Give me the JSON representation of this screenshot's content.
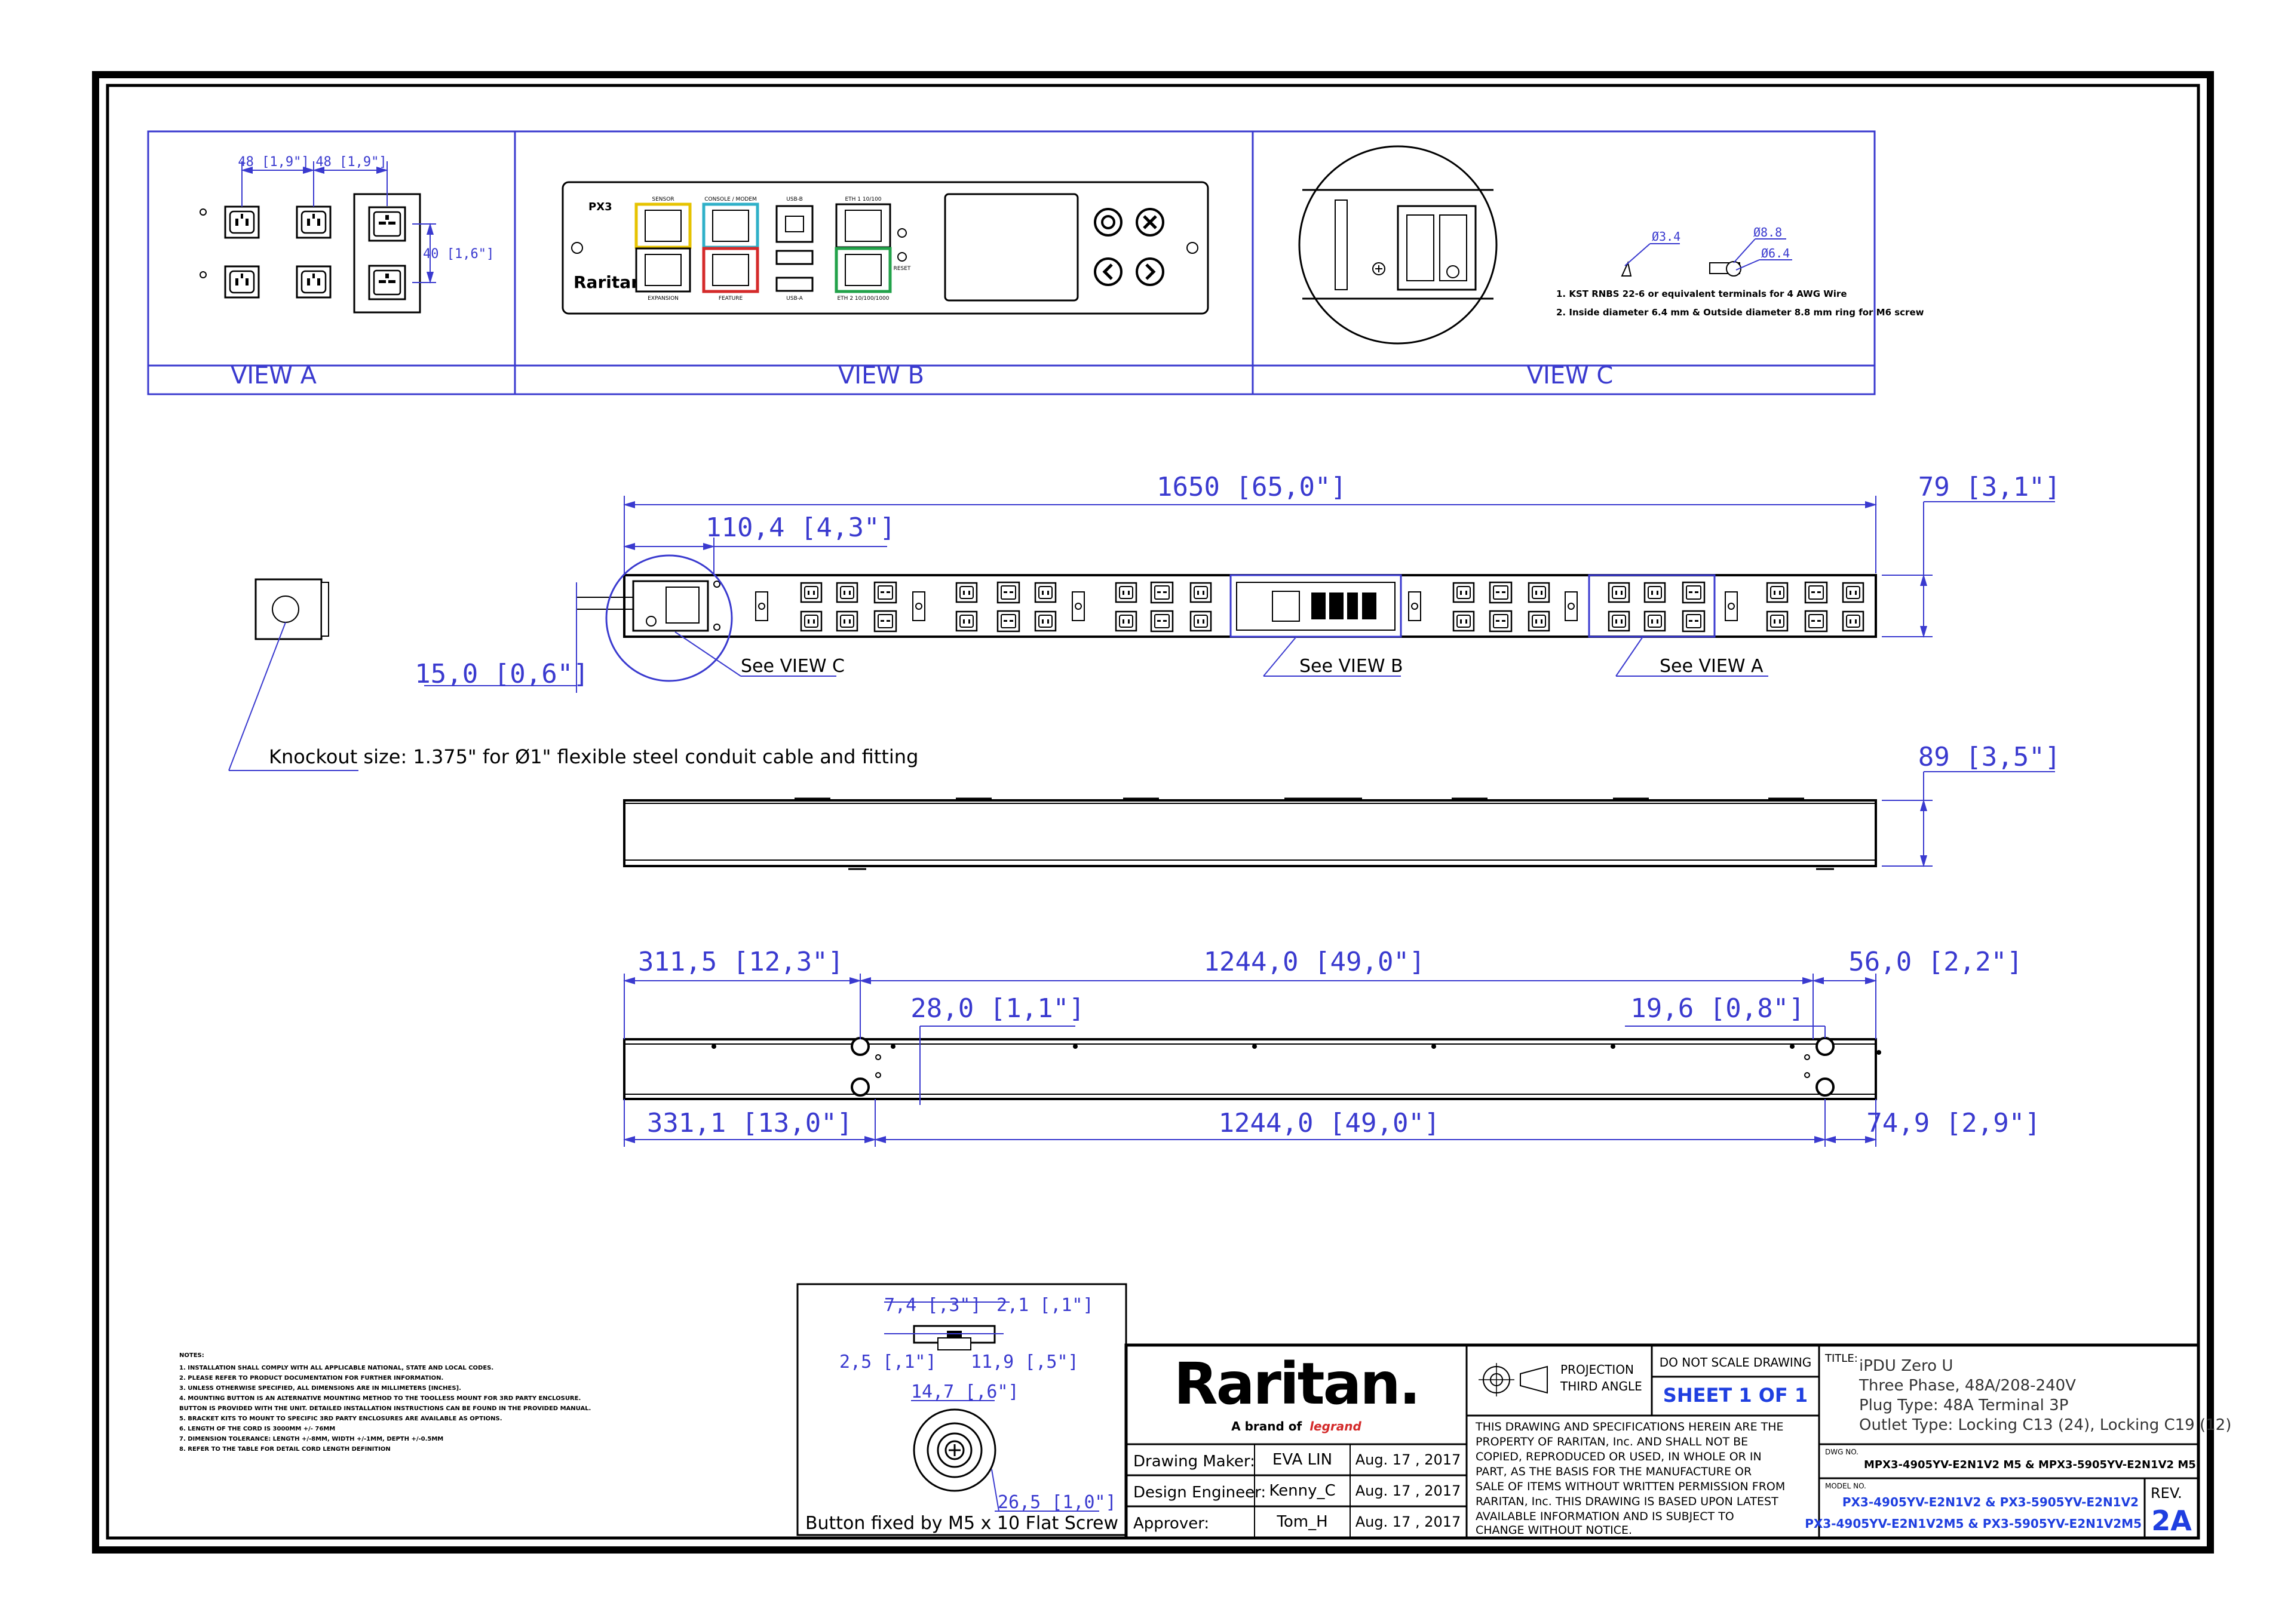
{
  "views": {
    "a_label": "VIEW A",
    "b_label": "VIEW B",
    "c_label": "VIEW C",
    "a_dims": {
      "w1": "48 [1,9\"]",
      "w2": "48 [1,9\"]",
      "h": "40 [1,6\"]"
    },
    "b_panel": {
      "logo": "Raritan",
      "port_labels": [
        "SENSOR",
        "CONSOLE / MODEM",
        "USB-B",
        "ETH 1 10/100",
        "EXPANSION",
        "FEATURE",
        "USB-A",
        "ETH 2 10/100/1000",
        "RESET"
      ]
    },
    "c_notes": [
      "1. KST RNBS 22-6 or equivalent terminals for 4 AWG Wire",
      "2. Inside diameter 6.4 mm & Outside diameter 8.8 mm ring for M6 screw"
    ],
    "c_dims": {
      "d1": "Ø3.4",
      "d2": "Ø8.8",
      "d3": "Ø6.4"
    }
  },
  "front_view": {
    "overall_length": "1650 [65,0\"]",
    "width": "79 [3,1\"]",
    "left_offset": "110,4 [4,3\"]",
    "left_margin": "15,0 [0,6\"]",
    "callout_c": "See VIEW C",
    "callout_b": "See VIEW B",
    "callout_a": "See VIEW A"
  },
  "knockout_note": "Knockout size: 1.375\" for Ø1\" flexible steel conduit cable and fitting",
  "side_view": {
    "depth": "89 [3,5\"]"
  },
  "back_view": {
    "top_left": "311,5 [12,3\"]",
    "top_center": "1244,0 [49,0\"]",
    "top_right": "56,0 [2,2\"]",
    "inner_left": "28,0 [1,1\"]",
    "inner_right": "19,6 [0,8\"]",
    "bottom_left": "331,1 [13,0\"]",
    "bottom_center": "1244,0 [49,0\"]",
    "bottom_right": "74,9 [2,9\"]"
  },
  "button_detail": {
    "d1": "7,4 [,3\"]",
    "d2": "2,1 [,1\"]",
    "d3": "2,5 [,1\"]",
    "d4": "11,9 [,5\"]",
    "d5": "14,7 [,6\"]",
    "d6": "26,5 [1,0\"]",
    "caption": "Button fixed by M5 x 10 Flat Screw"
  },
  "notes": {
    "title": "NOTES:",
    "lines": [
      "1. INSTALLATION SHALL COMPLY WITH ALL APPLICABLE NATIONAL, STATE AND LOCAL CODES.",
      "2. PLEASE REFER TO PRODUCT DOCUMENTATION FOR FURTHER INFORMATION.",
      "3. UNLESS OTHERWISE SPECIFIED, ALL DIMENSIONS ARE IN MILLIMETERS [INCHES].",
      "4. MOUNTING BUTTON IS AN ALTERNATIVE MOUNTING METHOD TO THE TOOLLESS MOUNT FOR 3RD PARTY ENCLOSURE.",
      "   BUTTON IS PROVIDED WITH THE UNIT. DETAILED INSTALLATION INSTRUCTIONS CAN BE FOUND IN THE PROVIDED MANUAL.",
      "5. BRACKET KITS TO MOUNT TO SPECIFIC 3RD PARTY ENCLOSURES ARE AVAILABLE AS OPTIONS.",
      "6. LENGTH OF THE CORD IS 3000MM +/- 76MM",
      "7. DIMENSION TOLERANCE: LENGTH +/-8MM, WIDTH +/-1MM, DEPTH +/-0.5MM",
      "8. REFER TO THE TABLE FOR DETAIL CORD LENGTH DEFINITION"
    ]
  },
  "title_block": {
    "logo": "Raritan.",
    "brand_prefix": "A brand of",
    "brand": "legrand",
    "rows": [
      {
        "role": "Drawing Maker:",
        "name": "EVA LIN",
        "date": "Aug. 17 , 2017"
      },
      {
        "role": "Design Engineer:",
        "name": "Kenny_C",
        "date": "Aug. 17 , 2017"
      },
      {
        "role": "Approver:",
        "name": "Tom_H",
        "date": "Aug. 17 , 2017"
      }
    ],
    "projection_1": "PROJECTION",
    "projection_2": "THIRD ANGLE",
    "no_scale": "DO NOT SCALE DRAWING",
    "sheet": "SHEET 1 OF 1",
    "property_lines": [
      "THIS DRAWING AND SPECIFICATIONS HEREIN ARE THE",
      "PROPERTY OF RARITAN, Inc. AND SHALL NOT BE",
      "COPIED, REPRODUCED OR USED, IN WHOLE OR IN",
      "PART, AS THE BASIS FOR THE MANUFACTURE OR",
      "SALE OF ITEMS WITHOUT WRITTEN PERMISSION FROM",
      "RARITAN, Inc. THIS DRAWING IS BASED UPON LATEST",
      "AVAILABLE INFORMATION AND IS SUBJECT TO",
      "CHANGE WITHOUT NOTICE."
    ],
    "title_label": "TITLE:",
    "title_lines": [
      "iPDU Zero U",
      "Three Phase, 48A/208-240V",
      "Plug Type: 48A Terminal 3P",
      "Outlet Type: Locking C13 (24), Locking C19 (12)"
    ],
    "dwg_label": "DWG NO.",
    "dwg_no": "MPX3-4905YV-E2N1V2 M5 & MPX3-5905YV-E2N1V2 M5",
    "model_label": "MODEL NO.",
    "model_1": "PX3-4905YV-E2N1V2 & PX3-5905YV-E2N1V2",
    "model_2": "PX3-4905YV-E2N1V2M5 & PX3-5905YV-E2N1V2M5",
    "rev_label": "REV.",
    "rev": "2A"
  }
}
